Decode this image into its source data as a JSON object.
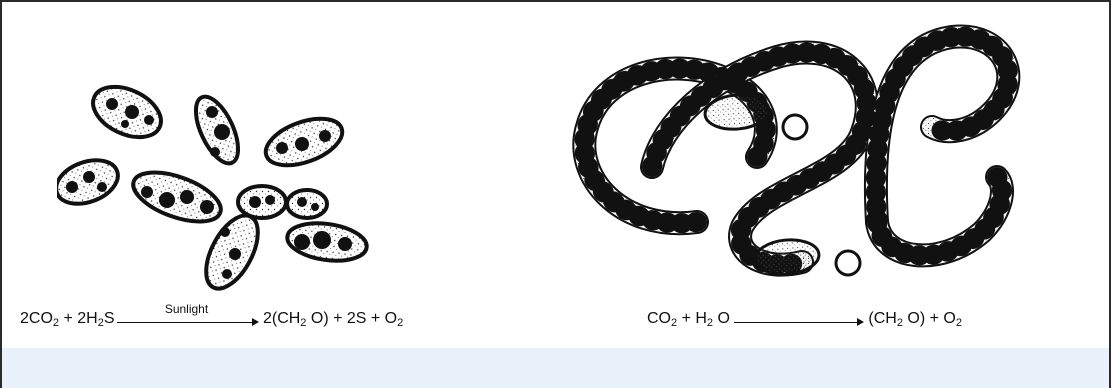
{
  "left_equation": {
    "coef1": "2CO",
    "sub1": "2",
    "plus1": " + 2H",
    "sub2": "2",
    "s1": "S",
    "arrow_label": "Sunlight",
    "product1": " 2(CH",
    "sub3": "2",
    "product1_end": " O) + 2S + O",
    "sub4": "2"
  },
  "right_equation": {
    "r1": "CO",
    "sub1": "2",
    "r2": " + H",
    "sub2": "2",
    "r3": " O",
    "product1": " (CH",
    "sub3": "2",
    "product1_end": " O) + O",
    "sub4": "2"
  },
  "colors": {
    "border": "#2b2b2b",
    "band": "#e9f2fb",
    "ink": "#111111"
  }
}
